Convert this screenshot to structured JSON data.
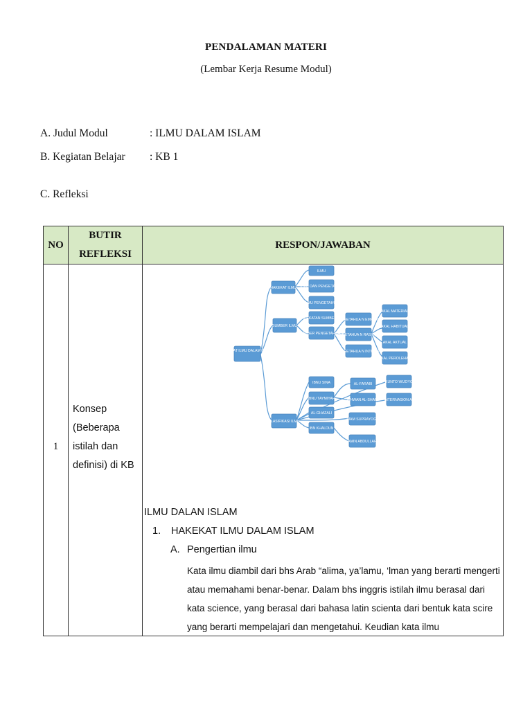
{
  "document": {
    "title": "PENDALAMAN MATERI",
    "subtitle": "(Lembar Kerja Resume Modul)",
    "fields": [
      {
        "key": "A. Judul Modul",
        "value": ": ILMU DALAM ISLAM"
      },
      {
        "key": "B. Kegiatan Belajar",
        "value": ": KB 1"
      }
    ],
    "section_c": "C. Refleksi"
  },
  "table": {
    "headers": {
      "no": "NO",
      "butir": "BUTIR REFLEKSI",
      "respon": "RESPON/JAWABAN"
    },
    "row": {
      "no": "1",
      "butir": "Konsep (Beberapa istilah dan definisi) di KB"
    }
  },
  "mindmap": {
    "root": "HAKIKAT ILMU DALAM ISLAM",
    "nodes": {
      "hakekat": "HAKEKAT ILMU",
      "sumber": "SUMBER ILMU",
      "klasifikasi": "KLASIFIKASI ILMU",
      "ilmu": "ILMU",
      "ilmu_dan": "ILMU DAN PENGETAHUA",
      "ilmu_peng": "ILMU PENGETAHUA",
      "pendekatan": "PENDEKATAN SUMBER ILMU",
      "sumber_peng": "SUMBER PENGETAHUA N",
      "empiris": "PENGETAHUA N EMPIRIS",
      "rasional": "PENGETAHUA N RASIONAL",
      "intuitif": "PENGETAHUA N INTUITIF",
      "akal_material": "AKAL MATERIAL",
      "akal_habitual": "AKAL HABITUAL",
      "akal_aktual": "AKAL AKTUAL",
      "akal_perolehan": "AKAL PEROLEHAN",
      "ibnu_sina": "IBNU SINA",
      "ibnu_taymiyah": "IBNU TAYMIYAH",
      "al_ghazali": "AL-GHAZALI",
      "ibnu_khaldun": "IBN KHALDUN",
      "al_farabi": "AL-FARABI",
      "ikhwan": "IKHWAN AL-SHAFA",
      "imam": "IMAM SUPRAYOGA",
      "amin": "AMIN ABDULLAH",
      "kunto": "KUNTO WIJOYO",
      "internasional": "INTERNASION AL"
    }
  },
  "content": {
    "heading": "ILMU DALAN ISLAM",
    "item1_no": "1.",
    "item1": "HAKEKAT ILMU DALAM ISLAM",
    "itemA_no": "A.",
    "itemA": "Pengertian ilmu",
    "paragraph": "Kata ilmu diambil dari bhs Arab “alima, ya’lamu, ‘lman yang berarti mengerti atau memahami benar-benar. Dalam bhs inggris istilah ilmu berasal dari kata science, yang berasal dari bahasa latin scienta dari bentuk kata scire yang berarti mempelajari dan mengetahui. Keudian kata ilmu"
  }
}
